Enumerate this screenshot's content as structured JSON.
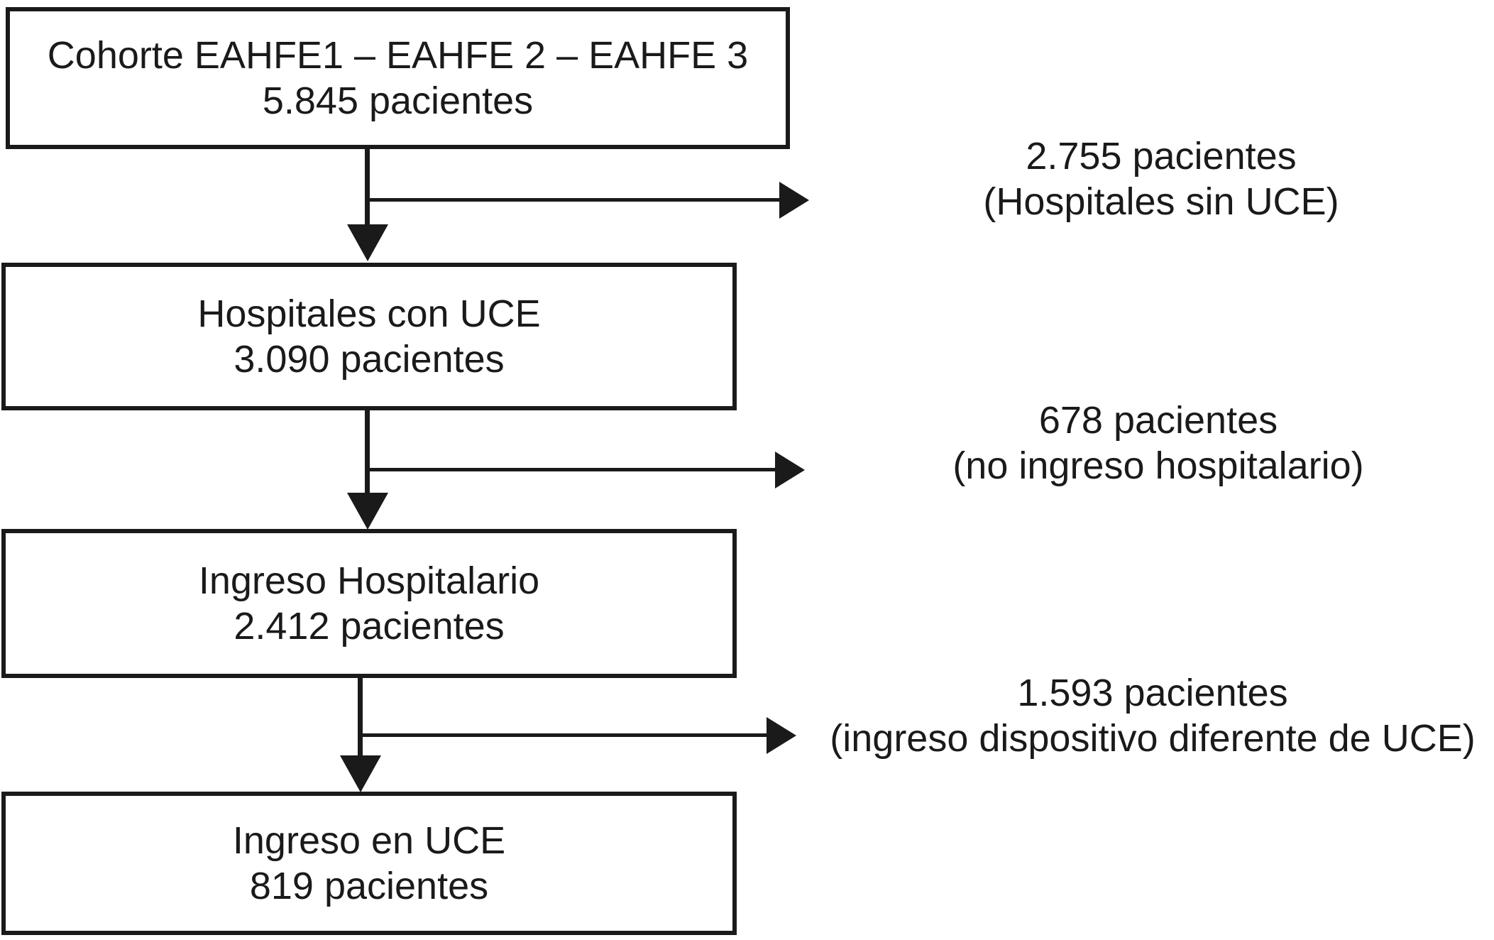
{
  "colors": {
    "ink": "#1a1a1a",
    "background": "#ffffff"
  },
  "flow": {
    "boxes": [
      {
        "title": "Cohorte EAHFE1 – EAHFE 2 – EAHFE 3",
        "subtitle": "5.845 pacientes"
      },
      {
        "title": "Hospitales con UCE",
        "subtitle": "3.090 pacientes"
      },
      {
        "title": "Ingreso Hospitalario",
        "subtitle": "2.412 pacientes"
      },
      {
        "title": "Ingreso en UCE",
        "subtitle": "819 pacientes"
      }
    ],
    "exclusions": [
      {
        "count": "2.755 pacientes",
        "reason": "(Hospitales sin UCE)"
      },
      {
        "count": "678 pacientes",
        "reason": "(no ingreso hospitalario)"
      },
      {
        "count": "1.593 pacientes",
        "reason": "(ingreso dispositivo diferente de UCE)"
      }
    ]
  }
}
